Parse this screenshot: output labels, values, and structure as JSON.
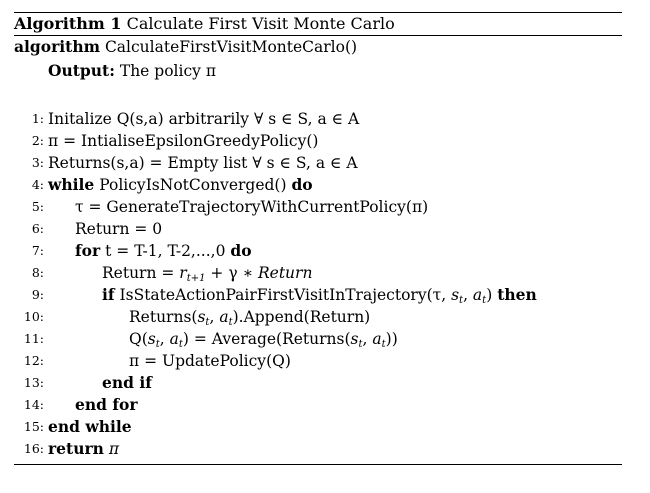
{
  "caption": {
    "label": "Algorithm 1",
    "title": "Calculate First Visit Monte Carlo"
  },
  "header": {
    "keyword": "algorithm",
    "name": "CalculateFirstVisitMonteCarlo()",
    "output_label": "Output:",
    "output_text": "The policy π"
  },
  "lines": [
    {
      "num": "1:",
      "text": "Initalize Q(s,a) arbitrarily ∀ s ∈ S, a ∈ A"
    },
    {
      "num": "2:",
      "text": "π = IntialiseEpsilonGreedyPolicy()"
    },
    {
      "num": "3:",
      "text": "Returns(s,a) = Empty list ∀ s ∈ S, a ∈ A"
    },
    {
      "num": "4:",
      "kw1": "while",
      "text": "PolicyIsNotConverged()",
      "kw2": "do"
    },
    {
      "num": "5:",
      "text": "τ = GenerateTrajectoryWithCurrentPolicy(π)"
    },
    {
      "num": "6:",
      "text": "Return = 0"
    },
    {
      "num": "7:",
      "kw1": "for",
      "text": "t = T-1, T-2,...,0",
      "kw2": "do"
    },
    {
      "num": "8:",
      "text": "Return = r_{t+1} + γ ∗ Return"
    },
    {
      "num": "9:",
      "kw1": "if",
      "text": "IsStateActionPairFirstVisitInTrajectory(τ, s_t, a_t)",
      "kw2": "then"
    },
    {
      "num": "10:",
      "text": "Returns(s_t, a_t).Append(Return)"
    },
    {
      "num": "11:",
      "text": "Q(s_t, a_t) = Average(Returns(s_t, a_t))"
    },
    {
      "num": "12:",
      "text": "π = UpdatePolicy(Q)"
    },
    {
      "num": "13:",
      "kw1": "end if"
    },
    {
      "num": "14:",
      "kw1": "end for"
    },
    {
      "num": "15:",
      "kw1": "end while"
    },
    {
      "num": "16:",
      "kw1": "return",
      "text": "π"
    }
  ]
}
